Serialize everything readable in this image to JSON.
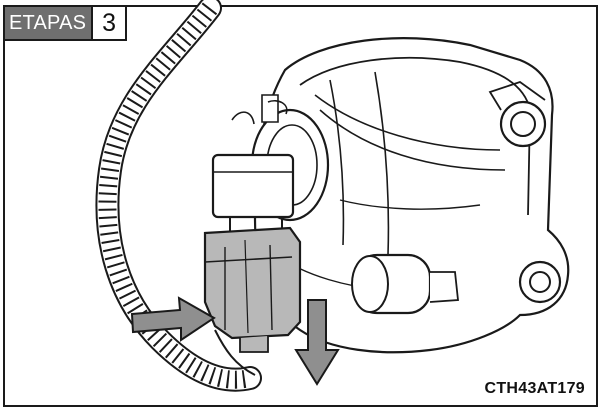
{
  "step": {
    "label": "ETAPAS",
    "number": "3"
  },
  "figure_code": "CTH43AT179",
  "colors": {
    "line": "#1a1a1a",
    "connector_fill": "#b8b8b8",
    "arrow_fill": "#8f8f8f",
    "badge_fill": "#6f6f6f"
  },
  "icons": {
    "push_arrow": "right-arrow",
    "pull_arrow": "down-arrow"
  }
}
